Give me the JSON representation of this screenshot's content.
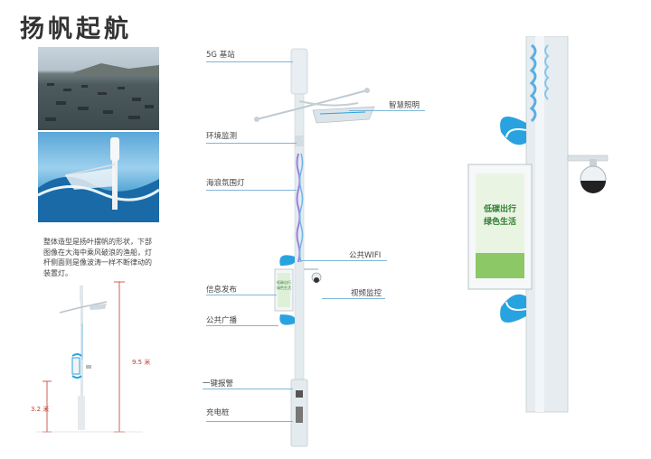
{
  "title": "扬帆起航",
  "description": "整体造型是扬叶摆帆的形状，下部图像在大海中乘风破浪的渔船，灯杆侧面则是像波涛一样不断律动的装置灯。",
  "labels": {
    "5g": "5G 基站",
    "smart_light": "智慧照明",
    "env": "环境监测",
    "wave_light": "海浪氛围灯",
    "wifi": "公共WIFI",
    "info": "信息发布",
    "video": "视频监控",
    "broadcast": "公共广播",
    "alarm": "一键报警",
    "charge": "充电桩"
  },
  "dimensions": {
    "total_height": "9.5 米",
    "lower_height": "3.2 米"
  },
  "screen_text": {
    "line1": "低碳出行",
    "line2": "绿色生活"
  },
  "colors": {
    "accent": "#29a3e0",
    "pole": "#dfe8ee",
    "dimension": "#c0392b",
    "leader": "#7fb6d8"
  }
}
